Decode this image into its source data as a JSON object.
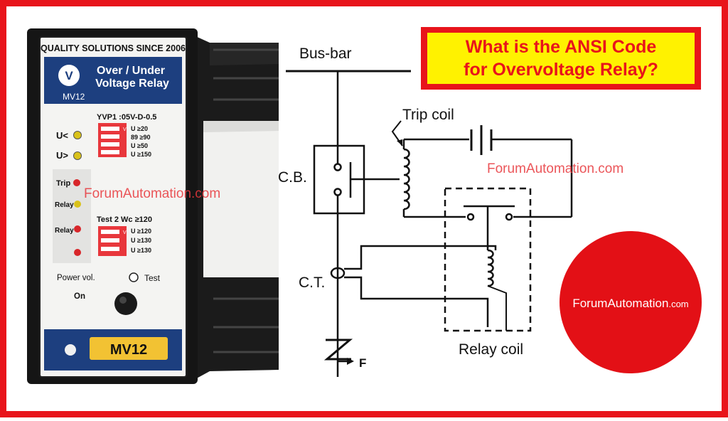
{
  "title": {
    "line1": "What is the ANSI Code",
    "line2": "for Overvoltage Relay?"
  },
  "device": {
    "banner": "QUALITY SOLUTIONS SINCE 2006",
    "logo_letter": "V",
    "name_line1": "Over / Under",
    "name_line2": "Voltage Relay",
    "model_small": "MV12",
    "settings_header": "YVP1 :05V-D-0.5",
    "dip_upper_label": "V",
    "settings_upper": [
      "U ≥20",
      "89 ≥90",
      "U ≥50",
      "U ≥150"
    ],
    "ind_u_low": "U<",
    "ind_u_high": "U>",
    "ind_trip": "Trip",
    "ind_relay1": "Relay",
    "ind_relay2": "Relay",
    "test_header": "Test 2 Wc ≥120",
    "dip_lower_label": "V",
    "settings_lower": [
      "U ≥120",
      "U ≥130",
      "U ≥130"
    ],
    "power_label": "Power vol.",
    "on_label": "On",
    "test_label": "Test",
    "model_plate": "MV12",
    "colors": {
      "navy": "#1d3f7f",
      "yellow": "#f2c233",
      "led_yellow": "#d9c21a",
      "led_red": "#d8262a",
      "dip_red": "#e8373c"
    }
  },
  "watermarks": {
    "left": "ForumAutomation.com",
    "center": "ForumAutomation.com"
  },
  "badge": {
    "brand": "ForumAutomation",
    "suffix": ".com",
    "color": "#e31016"
  },
  "schematic": {
    "busbar": "Bus-bar",
    "trip_coil": "Trip coil",
    "cb": "C.B.",
    "ct": "C.T.",
    "relay_coil": "Relay coil",
    "fault": "F"
  }
}
